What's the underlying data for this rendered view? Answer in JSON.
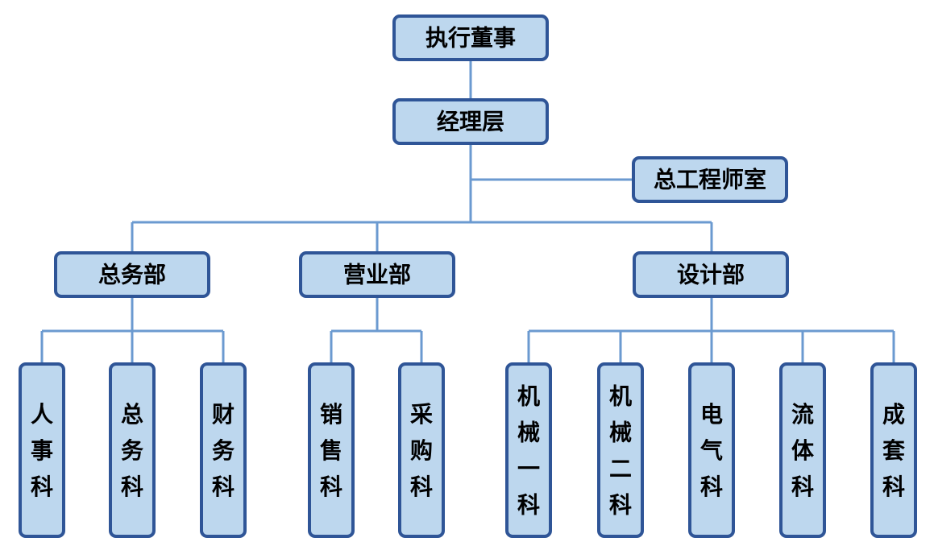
{
  "chart": {
    "root": "执行董事",
    "manager": "经理层",
    "staff": "总工程师室",
    "departments": [
      {
        "name": "总务部",
        "sections": [
          "人事科",
          "总务科",
          "财务科"
        ]
      },
      {
        "name": "营业部",
        "sections": [
          "销售科",
          "采购科"
        ]
      },
      {
        "name": "设计部",
        "sections": [
          "机械一科",
          "机械二科",
          "电气科",
          "流体科",
          "成套科"
        ]
      }
    ]
  },
  "colors": {
    "box_fill": "#bdd7ee",
    "box_stroke": "#2f5597",
    "connector": "#6b9ad0"
  }
}
